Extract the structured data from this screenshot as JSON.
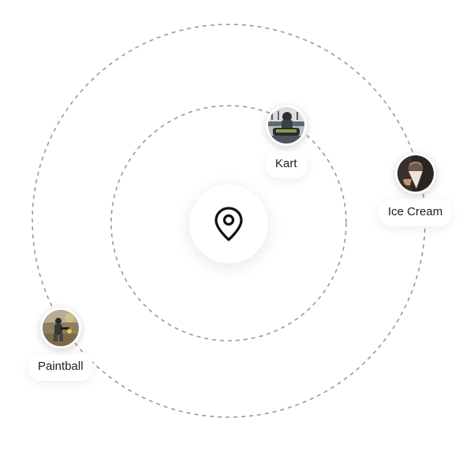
{
  "center": {
    "icon": "map-pin-icon"
  },
  "places": [
    {
      "id": "kart",
      "label": "Kart",
      "photo": "kart-photo"
    },
    {
      "id": "ice-cream",
      "label": "Ice Cream",
      "photo": "ice-cream-photo"
    },
    {
      "id": "paintball",
      "label": "Paintball",
      "photo": "paintball-photo"
    }
  ],
  "colors": {
    "orbit": "#9a9a9a",
    "pin": "#111111",
    "label_text": "#1e1e1e",
    "background": "#ffffff"
  }
}
